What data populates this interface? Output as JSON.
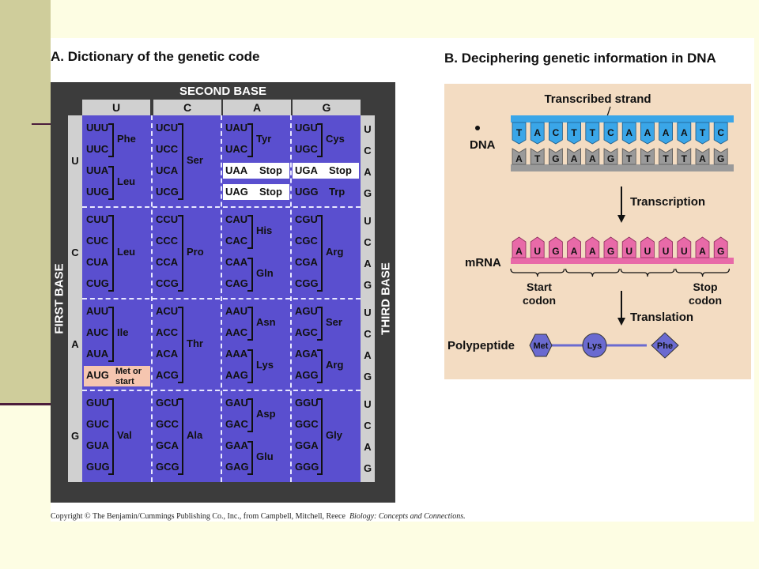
{
  "title_a": "A. Dictionary of the genetic code",
  "title_b": "B. Deciphering genetic information in DNA",
  "copyright": {
    "prefix": "Copyright © The Benjamin/Cummings Publishing Co., Inc., from Campbell, Mitchell, Reece",
    "book": "Biology: Concepts and Connections."
  },
  "table": {
    "second_base_label": "SECOND BASE",
    "first_base_label": "FIRST BASE",
    "third_base_label": "THIRD BASE",
    "columns": [
      "U",
      "C",
      "A",
      "G"
    ],
    "rows": [
      "U",
      "C",
      "A",
      "G"
    ],
    "third": [
      "U",
      "C",
      "A",
      "G"
    ],
    "codons": [
      [
        [
          "UUU",
          "UUC",
          "UUA",
          "UUG"
        ],
        [
          "UCU",
          "UCC",
          "UCA",
          "UCG"
        ],
        [
          "UAU",
          "UAC",
          "UAA",
          "UAG"
        ],
        [
          "UGU",
          "UGC",
          "UGA",
          "UGG"
        ]
      ],
      [
        [
          "CUU",
          "CUC",
          "CUA",
          "CUG"
        ],
        [
          "CCU",
          "CCC",
          "CCA",
          "CCG"
        ],
        [
          "CAU",
          "CAC",
          "CAA",
          "CAG"
        ],
        [
          "CGU",
          "CGC",
          "CGA",
          "CGG"
        ]
      ],
      [
        [
          "AUU",
          "AUC",
          "AUA",
          "AUG"
        ],
        [
          "ACU",
          "ACC",
          "ACA",
          "ACG"
        ],
        [
          "AAU",
          "AAC",
          "AAA",
          "AAG"
        ],
        [
          "AGU",
          "AGC",
          "AGA",
          "AGG"
        ]
      ],
      [
        [
          "GUU",
          "GUC",
          "GUA",
          "GUG"
        ],
        [
          "GCU",
          "GCC",
          "GCA",
          "GCG"
        ],
        [
          "GAU",
          "GAC",
          "GAA",
          "GAG"
        ],
        [
          "GGU",
          "GGC",
          "GGA",
          "GGG"
        ]
      ]
    ],
    "amino_acids": [
      [
        [
          {
            "name": "Phe",
            "rows": [
              0,
              1
            ]
          },
          {
            "name": "Leu",
            "rows": [
              2,
              3
            ]
          }
        ],
        [
          {
            "name": "Ser",
            "rows": [
              0,
              3
            ]
          }
        ],
        [
          {
            "name": "Tyr",
            "rows": [
              0,
              1
            ]
          },
          {
            "name": "Stop",
            "rows": [
              2
            ],
            "box": true
          },
          {
            "name": "Stop",
            "rows": [
              3
            ],
            "box": true
          }
        ],
        [
          {
            "name": "Cys",
            "rows": [
              0,
              1
            ]
          },
          {
            "name": "Stop",
            "rows": [
              2
            ],
            "box": true
          },
          {
            "name": "Trp",
            "rows": [
              3
            ]
          }
        ]
      ],
      [
        [
          {
            "name": "Leu",
            "rows": [
              0,
              3
            ]
          }
        ],
        [
          {
            "name": "Pro",
            "rows": [
              0,
              3
            ]
          }
        ],
        [
          {
            "name": "His",
            "rows": [
              0,
              1
            ]
          },
          {
            "name": "Gln",
            "rows": [
              2,
              3
            ]
          }
        ],
        [
          {
            "name": "Arg",
            "rows": [
              0,
              3
            ]
          }
        ]
      ],
      [
        [
          {
            "name": "Ile",
            "rows": [
              0,
              2
            ]
          },
          {
            "name": "Met or start",
            "rows": [
              3
            ],
            "start": true
          }
        ],
        [
          {
            "name": "Thr",
            "rows": [
              0,
              3
            ]
          }
        ],
        [
          {
            "name": "Asn",
            "rows": [
              0,
              1
            ]
          },
          {
            "name": "Lys",
            "rows": [
              2,
              3
            ]
          }
        ],
        [
          {
            "name": "Ser",
            "rows": [
              0,
              1
            ]
          },
          {
            "name": "Arg",
            "rows": [
              2,
              3
            ]
          }
        ]
      ],
      [
        [
          {
            "name": "Val",
            "rows": [
              0,
              3
            ]
          }
        ],
        [
          {
            "name": "Ala",
            "rows": [
              0,
              3
            ]
          }
        ],
        [
          {
            "name": "Asp",
            "rows": [
              0,
              1
            ]
          },
          {
            "name": "Glu",
            "rows": [
              2,
              3
            ]
          }
        ],
        [
          {
            "name": "Gly",
            "rows": [
              0,
              3
            ]
          }
        ]
      ]
    ]
  },
  "dna": {
    "transcribed_label": "Transcribed strand",
    "dna_label": "DNA",
    "top_strand": [
      "T",
      "A",
      "C",
      "T",
      "T",
      "C",
      "A",
      "A",
      "A",
      "A",
      "T",
      "C"
    ],
    "bottom_strand": [
      "A",
      "T",
      "G",
      "A",
      "A",
      "G",
      "T",
      "T",
      "T",
      "T",
      "A",
      "G"
    ],
    "transcription_label": "Transcription",
    "mrna_label": "mRNA",
    "mrna": [
      "A",
      "U",
      "G",
      "A",
      "A",
      "G",
      "U",
      "U",
      "U",
      "U",
      "A",
      "G"
    ],
    "start_codon_label": [
      "Start",
      "codon"
    ],
    "stop_codon_label": [
      "Stop",
      "codon"
    ],
    "translation_label": "Translation",
    "polypeptide_label": "Polypeptide",
    "amino_acids": [
      "Met",
      "Lys",
      "Phe"
    ],
    "colors": {
      "top_strand": "#3aa6e8",
      "bottom_strand": "#9a9a9a",
      "mrna": "#e86aa8",
      "protein": "#6a6ad0",
      "panel": "#f3dcc2"
    }
  }
}
